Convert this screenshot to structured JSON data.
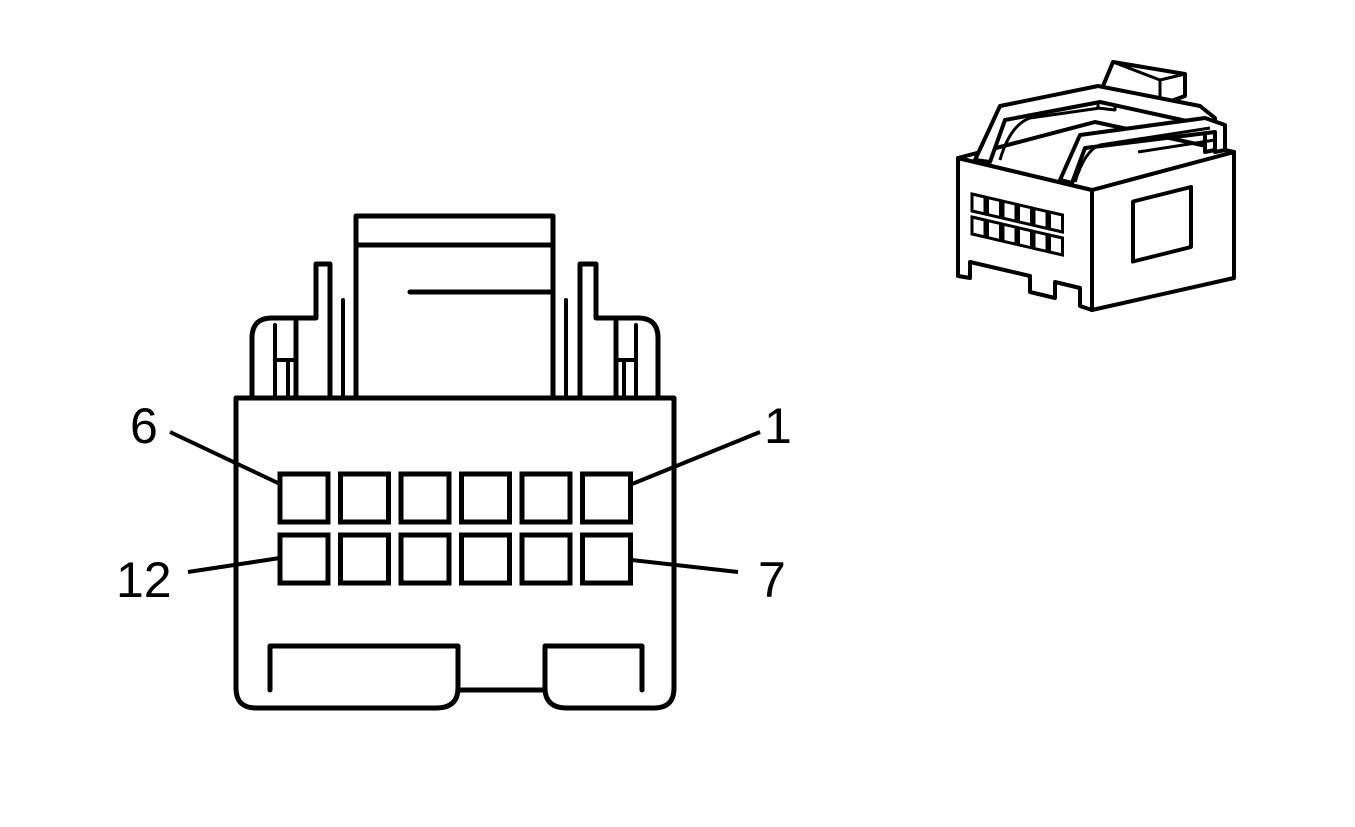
{
  "connector_face": {
    "pin_labels": {
      "top_left": "6",
      "top_right": "1",
      "bottom_left": "12",
      "bottom_right": "7"
    },
    "rows": 2,
    "columns": 6
  },
  "connector_isometric": {}
}
